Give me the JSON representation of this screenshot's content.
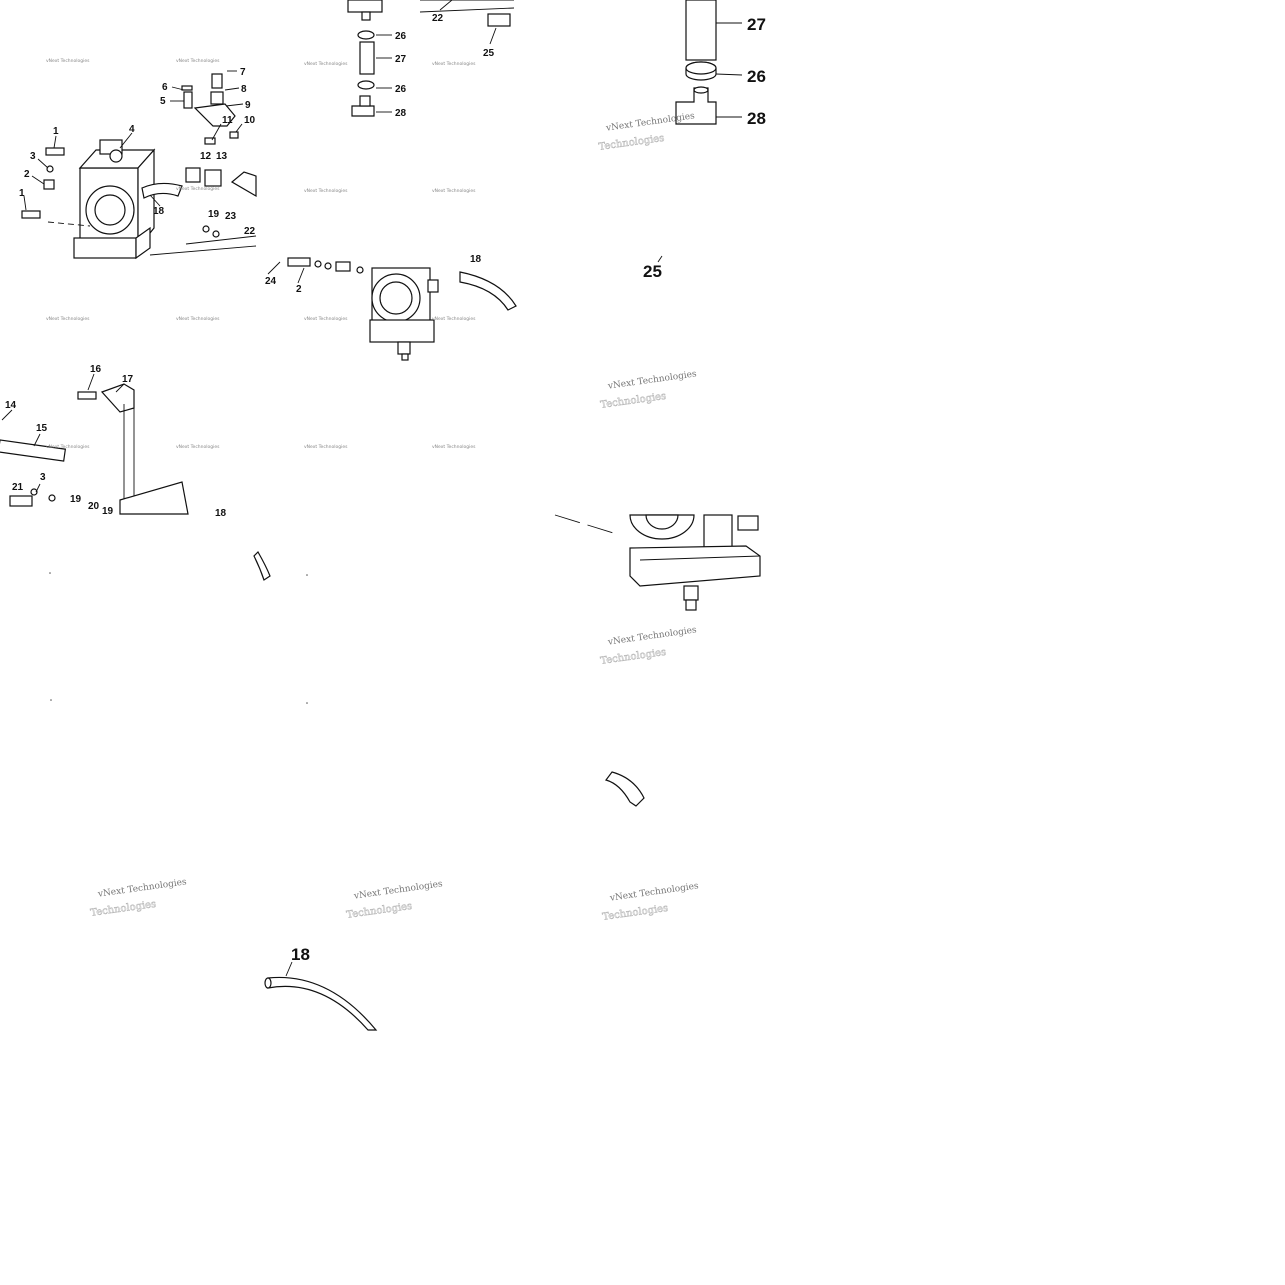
{
  "watermark": {
    "text": "vNext Technologies",
    "ghost": "Technologies"
  },
  "labels": {
    "l1": "1",
    "l2": "2",
    "l3": "3",
    "l4": "4",
    "l5": "5",
    "l6": "6",
    "l7": "7",
    "l8": "8",
    "l9": "9",
    "l10": "10",
    "l11": "11",
    "l12": "12",
    "l13": "13",
    "l14": "14",
    "l15": "15",
    "l16": "16",
    "l17": "17",
    "l18": "18",
    "l19": "19",
    "l20": "20",
    "l21": "21",
    "l22": "22",
    "l23": "23",
    "l24": "24",
    "l25": "25",
    "l26": "26",
    "l27": "27",
    "l28": "28"
  }
}
